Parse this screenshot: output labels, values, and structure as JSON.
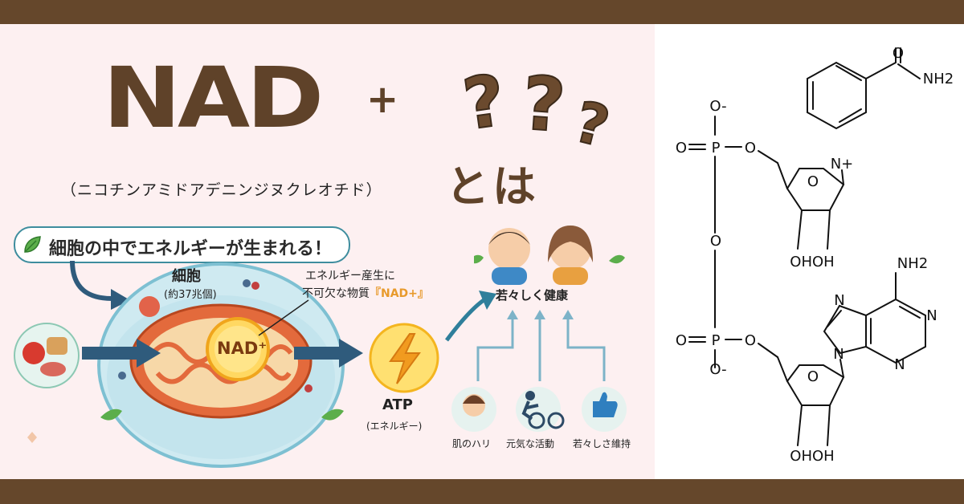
{
  "title": {
    "main": "NAD",
    "sup": "+",
    "toha": "とは"
  },
  "subtitle": "（ニコチンアミドアデニンジヌクレオチド）",
  "infographic": {
    "callout": "細胞の中でエネルギーが生まれる！",
    "cell_label": "細胞",
    "cell_count": "(約37兆個)",
    "nad_core": "NAD⁺",
    "annotation_line1": "エネルギー産生に",
    "annotation_line2a": "不可欠な物質",
    "annotation_line2b": "『NAD+』",
    "atp_label": "ATP",
    "atp_sub": "(エネルギー)",
    "result": "若々しく健康",
    "benefits": [
      "肌のハリ",
      "元気な活動",
      "若々しさ維持"
    ]
  },
  "structure": {
    "atoms": {
      "o": "O",
      "o_minus": "O-",
      "p": "P",
      "n": "N",
      "n_plus": "N+",
      "nh2": "NH2",
      "ohoh": "OHOH"
    }
  },
  "colors": {
    "band": "#65472b",
    "title": "#5f4229",
    "arrow": "#2f5b7c",
    "accent": "#e89a2c"
  }
}
